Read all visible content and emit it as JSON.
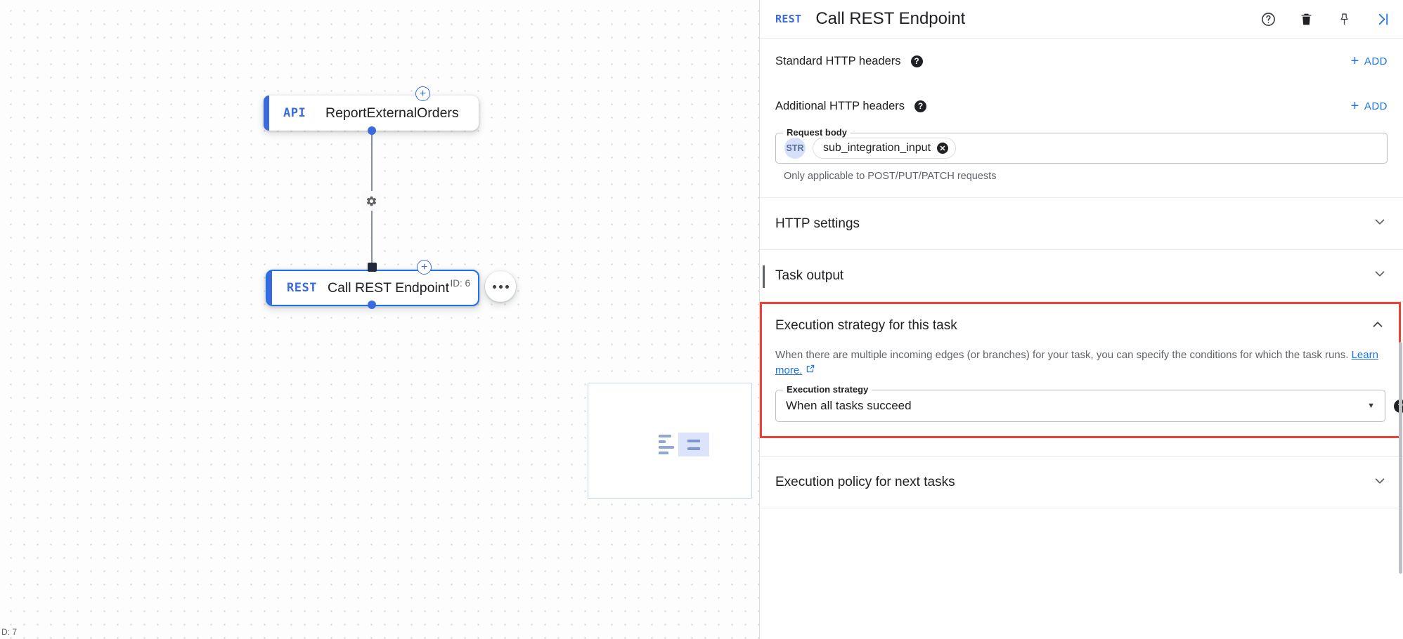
{
  "canvas": {
    "zoom_label": "D: 7",
    "nodes": [
      {
        "type_chip": "API",
        "title": "ReportExternalOrders",
        "id_badge": ""
      },
      {
        "type_chip": "REST",
        "title": "Call REST Endpoint",
        "id_badge": "ID: 6"
      }
    ],
    "add_handle_label": "+",
    "edge_icon": "gear-icon",
    "kebab_label": "more-options"
  },
  "panel": {
    "header": {
      "tag": "REST",
      "title": "Call REST Endpoint",
      "icons": [
        "help-icon",
        "delete-icon",
        "pin-icon",
        "collapse-panel-icon"
      ]
    },
    "standard_headers": {
      "label": "Standard HTTP headers",
      "help": "?",
      "add_label": "ADD",
      "add_plus": "+"
    },
    "additional_headers": {
      "label": "Additional HTTP headers",
      "help": "?",
      "add_label": "ADD",
      "add_plus": "+"
    },
    "request_body": {
      "legend": "Request body",
      "type_badge": "STR",
      "chip_value": "sub_integration_input",
      "chip_remove": "✕",
      "hint": "Only applicable to POST/PUT/PATCH requests"
    },
    "sections": [
      {
        "title": "HTTP settings",
        "expanded": false,
        "chevron": "chevron-down"
      },
      {
        "title": "Task output",
        "expanded": false,
        "chevron": "chevron-down"
      }
    ],
    "execution_strategy": {
      "title": "Execution strategy for this task",
      "chevron": "chevron-up",
      "description_part1": "When there are multiple incoming edges (or branches) for your task, you can specify the conditions for which the task runs. ",
      "learn_more": "Learn more.",
      "learn_more_icon": "↗",
      "field_legend": "Execution strategy",
      "selected_value": "When all tasks succeed",
      "caret": "▼",
      "help": "?",
      "highlight_color": "#ea4335"
    },
    "execution_policy": {
      "title": "Execution policy for next tasks",
      "chevron": "chevron-down"
    }
  },
  "colors": {
    "accent_blue": "#1a73e8",
    "node_blue": "#3a6ae0",
    "highlight_red": "#ea4335",
    "text_primary": "#202124",
    "text_secondary": "#5f6368"
  }
}
